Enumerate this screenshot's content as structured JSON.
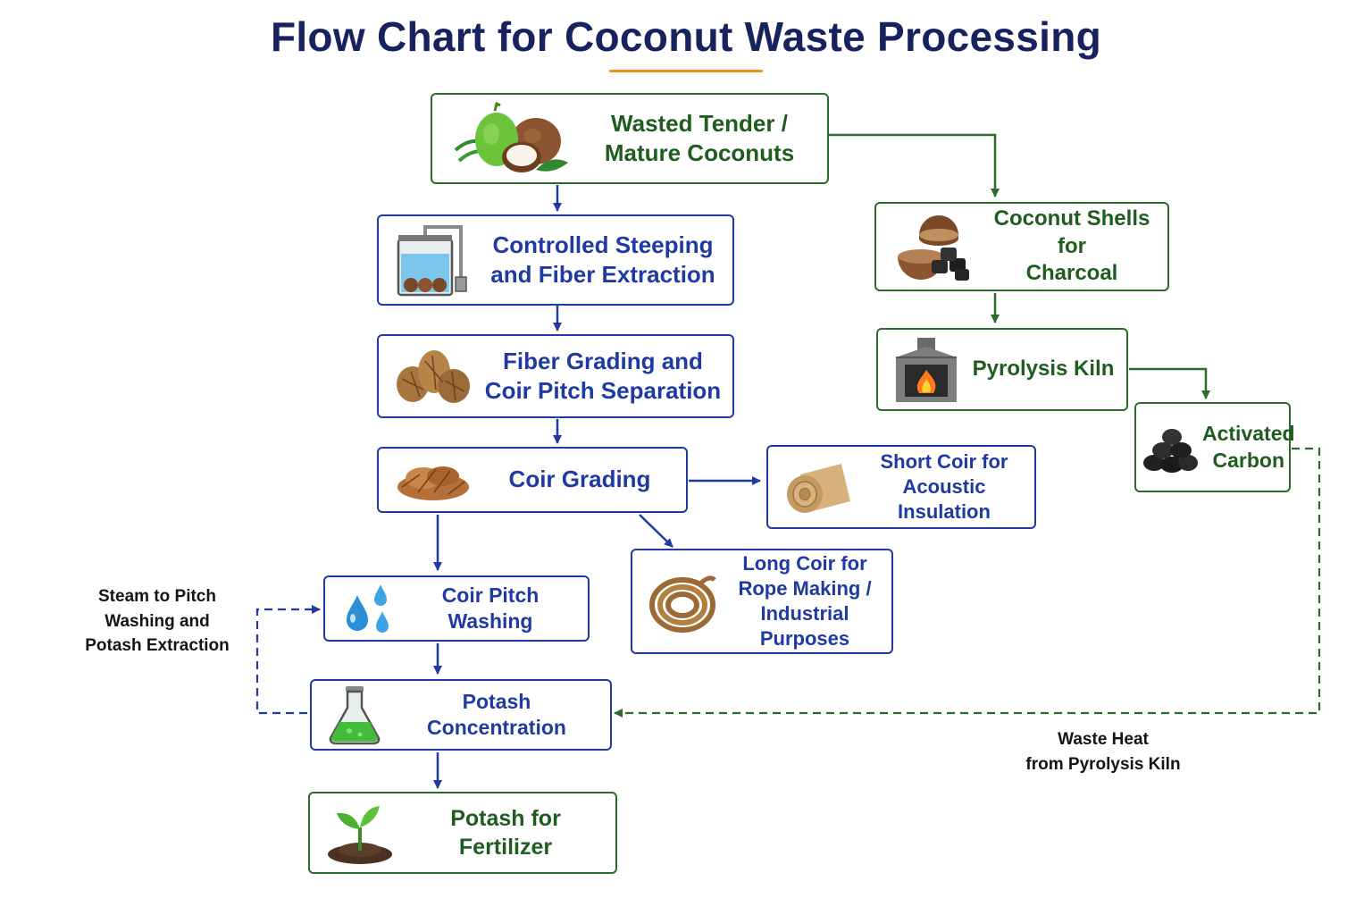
{
  "title": "Flow Chart for Coconut Waste Processing",
  "colors": {
    "title": "#16235e",
    "accent": "#f0901c",
    "blue": "#1f3aa0",
    "green": "#2d6b2a"
  },
  "nodes": {
    "coconuts": {
      "line1": "Wasted Tender /",
      "line2": "Mature Coconuts",
      "icon": "coconut-icon"
    },
    "steeping": {
      "line1": "Controlled Steeping",
      "line2": "and Fiber Extraction",
      "icon": "steeping-tank-icon"
    },
    "fiber_grading": {
      "line1": "Fiber Grading and",
      "line2": "Coir Pitch Separation",
      "icon": "coir-fiber-icon"
    },
    "coir_grading": {
      "line1": "Coir Grading",
      "icon": "coir-pile-icon"
    },
    "short_coir": {
      "line1": "Short Coir for",
      "line2": "Acoustic Insulation",
      "icon": "insulation-roll-icon"
    },
    "long_coir": {
      "line1": "Long Coir for",
      "line2": "Rope Making /",
      "line3": "Industrial Purposes",
      "icon": "rope-icon"
    },
    "pitch_washing": {
      "line1": "Coir Pitch Washing",
      "icon": "water-drops-icon"
    },
    "potash_conc": {
      "line1": "Potash Concentration",
      "icon": "flask-icon"
    },
    "fertilizer": {
      "line1": "Potash for Fertilizer",
      "icon": "sprout-icon"
    },
    "shells": {
      "line1": "Coconut Shells for",
      "line2": "Charcoal",
      "icon": "coconut-shell-icon"
    },
    "kiln": {
      "line1": "Pyrolysis Kiln",
      "icon": "kiln-icon"
    },
    "activated": {
      "line1": "Activated",
      "line2": "Carbon",
      "icon": "charcoal-pile-icon"
    }
  },
  "notes": {
    "steam": {
      "line1": "Steam to Pitch",
      "line2": "Washing and",
      "line3": "Potash Extraction"
    },
    "waste_heat": {
      "line1": "Waste Heat",
      "line2": "from Pyrolysis Kiln"
    }
  }
}
